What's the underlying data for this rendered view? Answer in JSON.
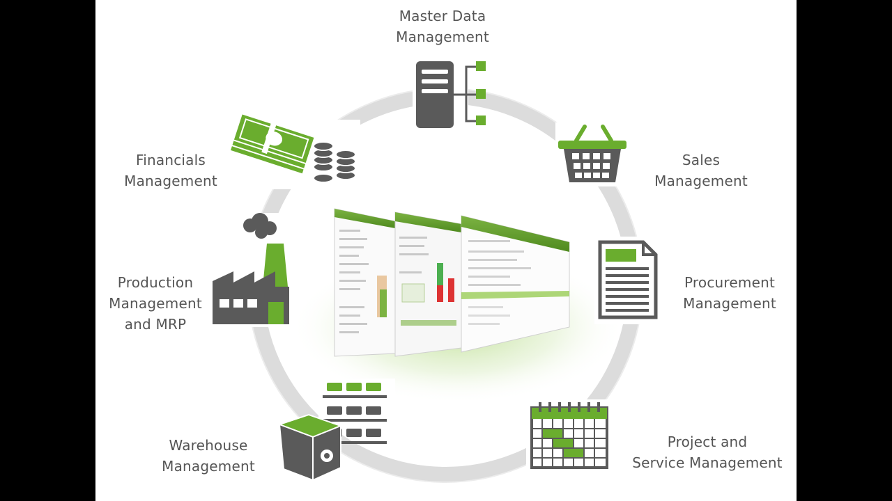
{
  "modules": {
    "master_data": {
      "line1": "Master Data",
      "line2": "Management"
    },
    "sales": {
      "line1": "Sales",
      "line2": "Management"
    },
    "procurement": {
      "line1": "Procurement",
      "line2": "Management"
    },
    "project": {
      "line1": "Project and",
      "line2": "Service Management"
    },
    "warehouse": {
      "line1": "Warehouse",
      "line2": "Management"
    },
    "production": {
      "line1": "Production",
      "line2": "Management",
      "line3": "and MRP"
    },
    "financials": {
      "line1": "Financials",
      "line2": "Management"
    }
  },
  "colors": {
    "green": "#6aad2e",
    "gray": "#5a5a5a",
    "ring": "#d9d9d9",
    "text": "#555555"
  },
  "icons": [
    "server-icon",
    "basket-icon",
    "document-icon",
    "calendar-icon",
    "box-icon",
    "factory-icon",
    "money-icon"
  ]
}
